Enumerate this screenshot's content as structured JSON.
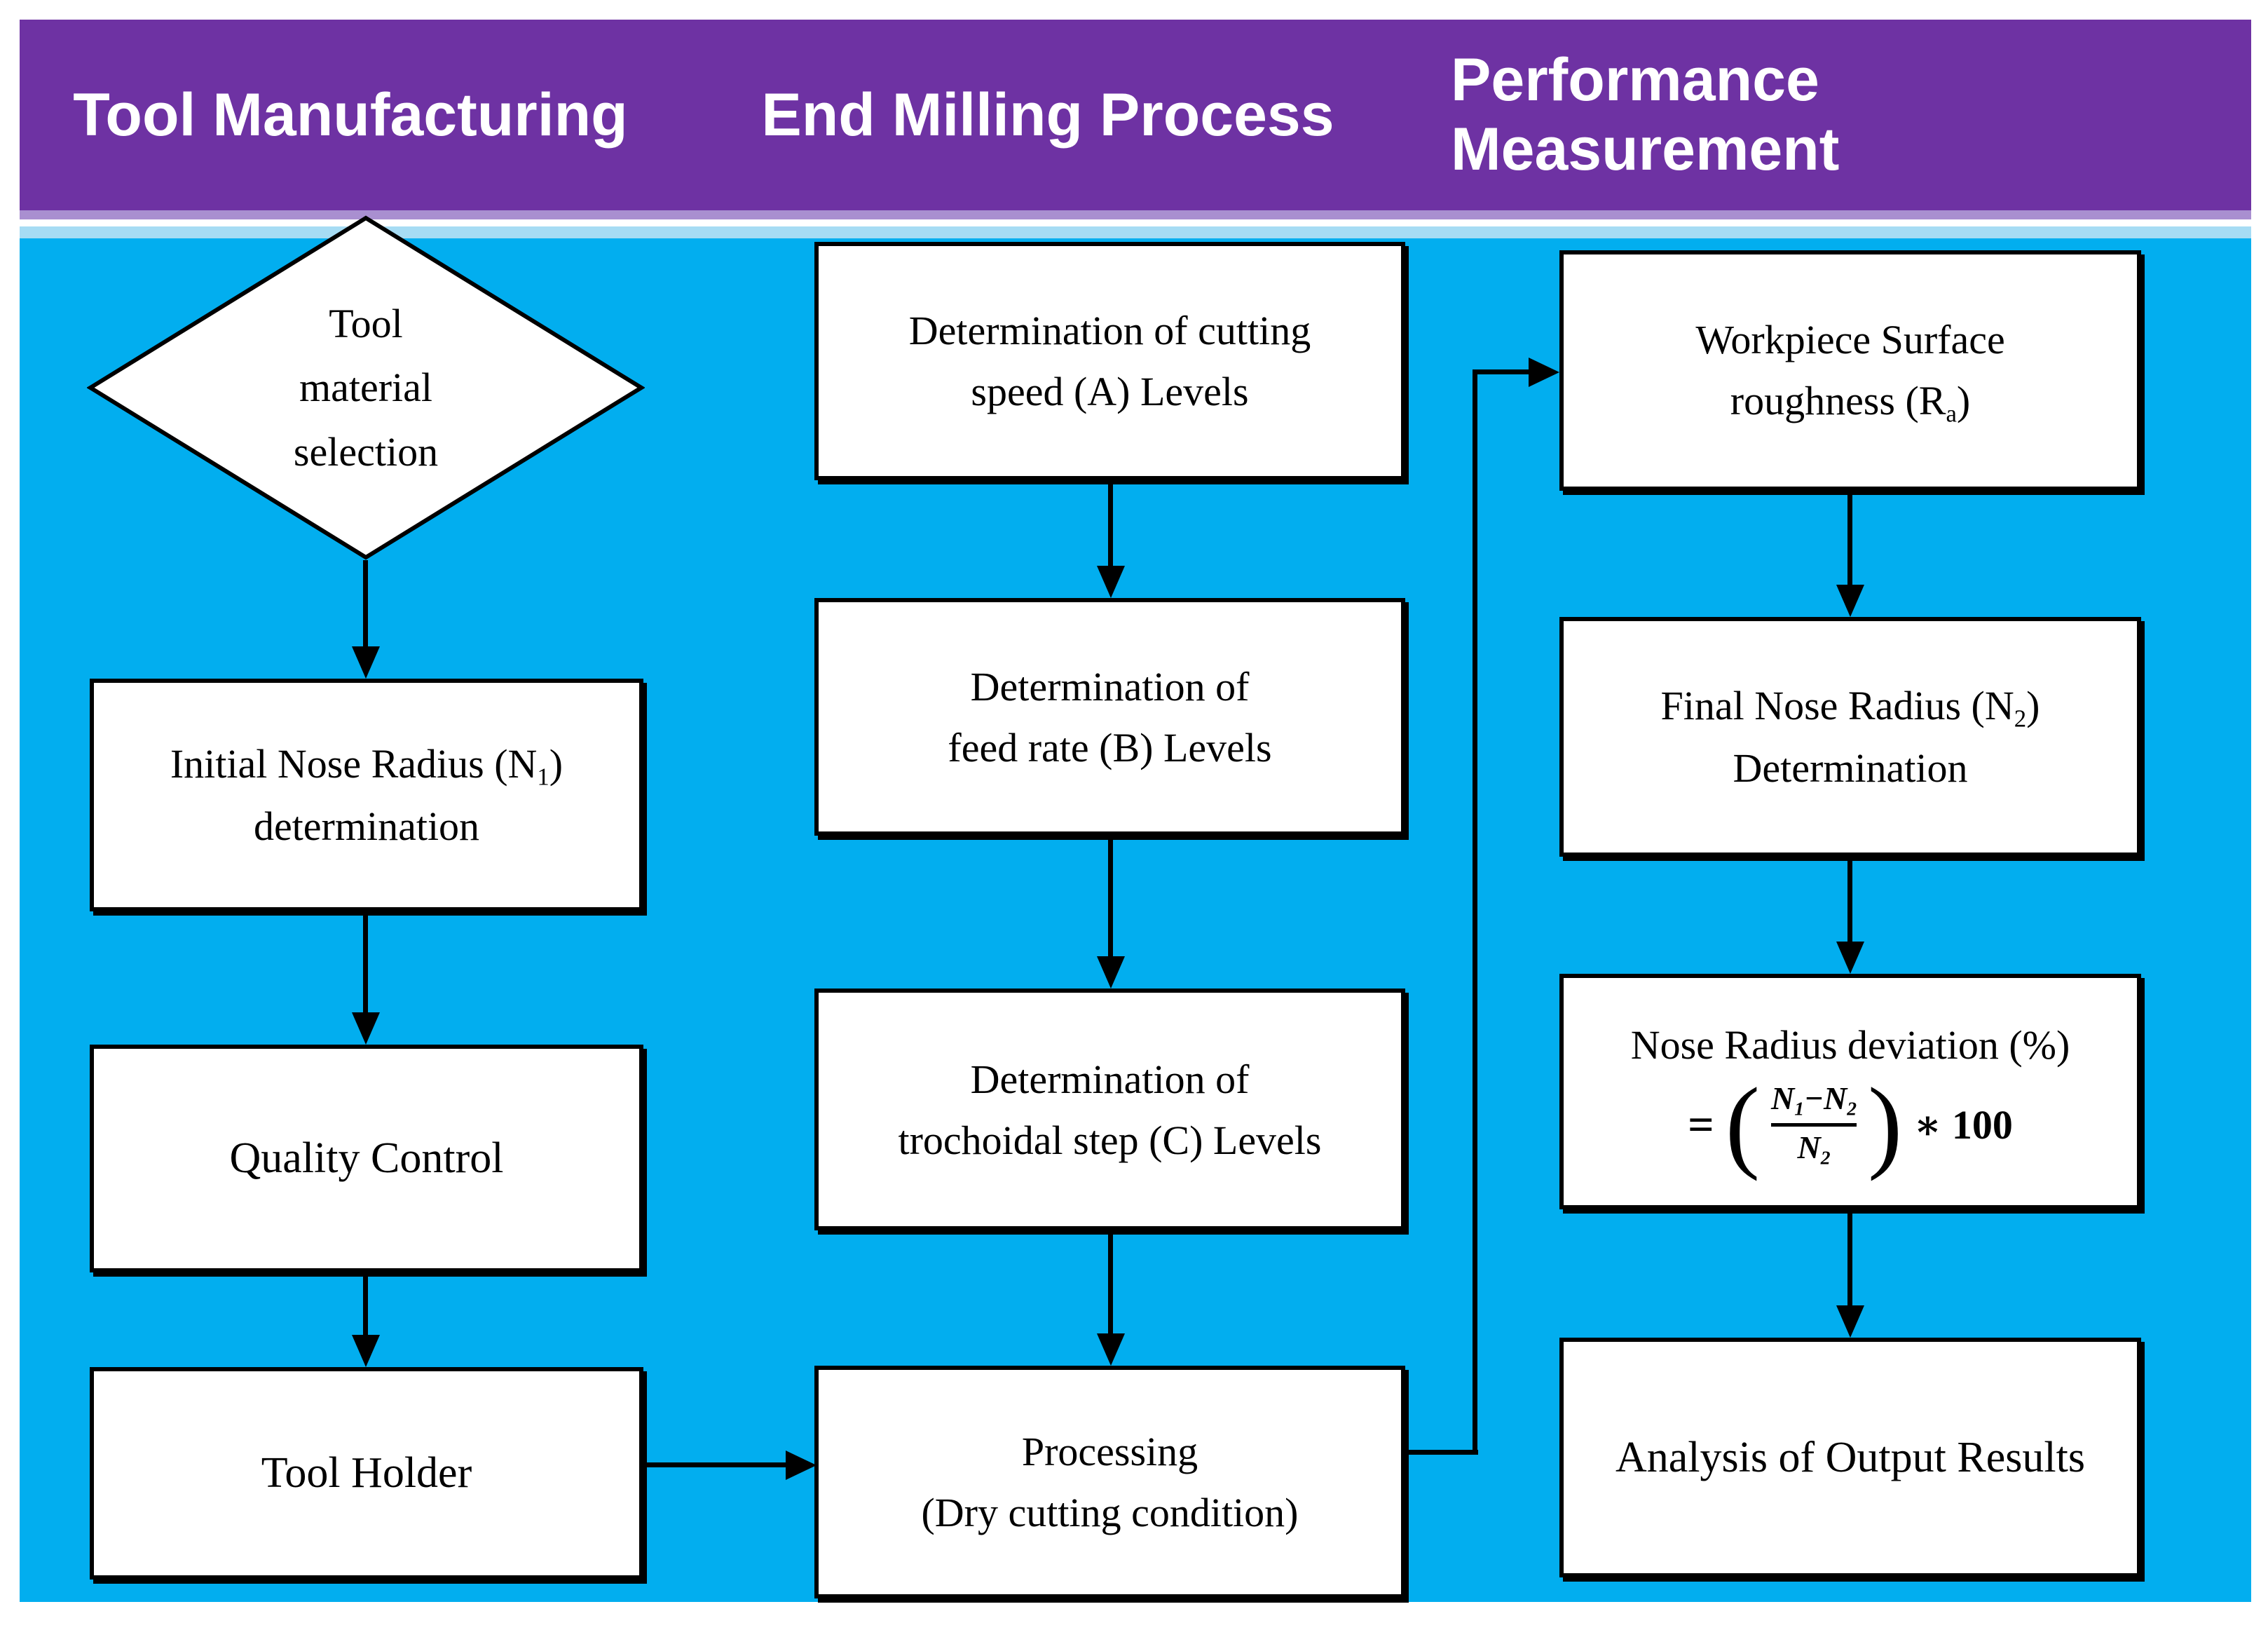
{
  "header": {
    "columns": [
      {
        "label": "Tool Manufacturing"
      },
      {
        "label": "End Milling Process"
      },
      {
        "label": "Performance Measurement"
      }
    ]
  },
  "colors": {
    "header_bg": "#6E32A3",
    "header_text": "#FFFFFF",
    "accent_lavender": "#A98FD0",
    "accent_pale_blue": "#A6DCF4",
    "canvas_bg": "#02AEEF",
    "node_bg": "#FFFFFF",
    "node_border": "#000000"
  },
  "nodes": {
    "tool_material_selection": {
      "shape": "diamond",
      "lines": [
        "Tool",
        "material",
        "selection"
      ]
    },
    "initial_nose_radius": {
      "line1_pre": "Initial Nose Radius (N",
      "line1_sub": "1",
      "line1_post": ")",
      "line2": "determination"
    },
    "quality_control": {
      "label": "Quality Control"
    },
    "tool_holder": {
      "label": "Tool Holder"
    },
    "cutting_speed": {
      "lines": [
        "Determination of cutting",
        "speed (A) Levels"
      ]
    },
    "feed_rate": {
      "lines": [
        "Determination of",
        "feed rate (B) Levels"
      ]
    },
    "trochoidal_step": {
      "lines": [
        "Determination of",
        "trochoidal step (C) Levels"
      ]
    },
    "processing": {
      "lines": [
        "Processing",
        "(Dry cutting condition)"
      ]
    },
    "surface_roughness": {
      "line1": "Workpiece Surface",
      "line2_pre": "roughness (R",
      "line2_sub": "a",
      "line2_post": ")"
    },
    "final_nose_radius": {
      "line1_pre": "Final Nose Radius (N",
      "line1_sub": "2",
      "line1_post": ")",
      "line2": "Determination"
    },
    "nose_radius_deviation": {
      "line1": "Nose Radius deviation (%)",
      "equals": "=",
      "paren_open": "(",
      "num_a": "N",
      "num_a_sub": "1",
      "minus": "−",
      "num_b": "N",
      "num_b_sub": "2",
      "den": "N",
      "den_sub": "2",
      "paren_close": ")",
      "multiplier": "∗ 100"
    },
    "analysis": {
      "label": "Analysis of Output Results"
    }
  }
}
